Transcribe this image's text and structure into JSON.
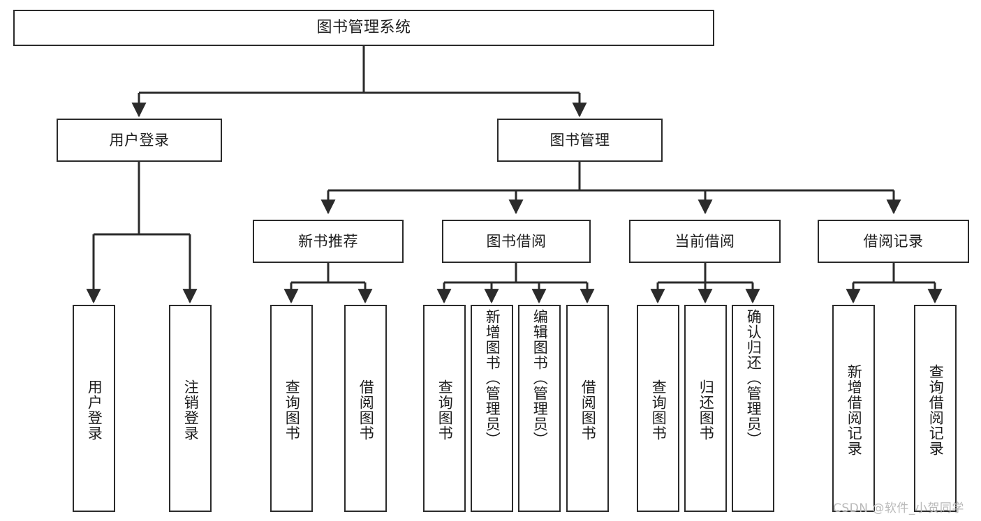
{
  "diagram": {
    "title": "图书管理系统",
    "type": "tree-hierarchy-chart",
    "colors": {
      "box_border": "#2b2b2b",
      "box_fill": "#ffffff",
      "line": "#2b2b2b",
      "text": "#1d1d1d",
      "watermark": "#b9b9b9",
      "background": "#ffffff"
    },
    "root": {
      "id": "root",
      "label": "图书管理系统"
    },
    "level2": [
      {
        "id": "user-login",
        "label": "用户登录"
      },
      {
        "id": "book-manage",
        "label": "图书管理"
      }
    ],
    "level3": [
      {
        "id": "new-book-rec",
        "label": "新书推荐",
        "parent": "book-manage"
      },
      {
        "id": "book-borrow",
        "label": "图书借阅",
        "parent": "book-manage"
      },
      {
        "id": "current-borrow",
        "label": "当前借阅",
        "parent": "book-manage"
      },
      {
        "id": "borrow-record",
        "label": "借阅记录",
        "parent": "book-manage"
      }
    ],
    "leaves": [
      {
        "id": "leaf-user-login",
        "label": "用户登录",
        "parent": "user-login"
      },
      {
        "id": "leaf-user-logout",
        "label": "注销登录",
        "parent": "user-login"
      },
      {
        "id": "leaf-query-book-1",
        "label": "查询图书",
        "parent": "new-book-rec"
      },
      {
        "id": "leaf-borrow-book-1",
        "label": "借阅图书",
        "parent": "new-book-rec"
      },
      {
        "id": "leaf-query-book-2",
        "label": "查询图书",
        "parent": "book-borrow"
      },
      {
        "id": "leaf-add-book",
        "label": "新增图书（管理员）",
        "parent": "book-borrow"
      },
      {
        "id": "leaf-edit-book",
        "label": "编辑图书（管理员）",
        "parent": "book-borrow"
      },
      {
        "id": "leaf-borrow-book-2",
        "label": "借阅图书",
        "parent": "book-borrow"
      },
      {
        "id": "leaf-query-book-3",
        "label": "查询图书",
        "parent": "current-borrow"
      },
      {
        "id": "leaf-return-book",
        "label": "归还图书",
        "parent": "current-borrow"
      },
      {
        "id": "leaf-confirm-return",
        "label": "确认归还（管理员）",
        "parent": "current-borrow"
      },
      {
        "id": "leaf-add-record",
        "label": "新增借阅记录",
        "parent": "borrow-record"
      },
      {
        "id": "leaf-query-record",
        "label": "查询借阅记录",
        "parent": "borrow-record"
      }
    ],
    "watermark": "CSDN @软件_小贺同学"
  }
}
